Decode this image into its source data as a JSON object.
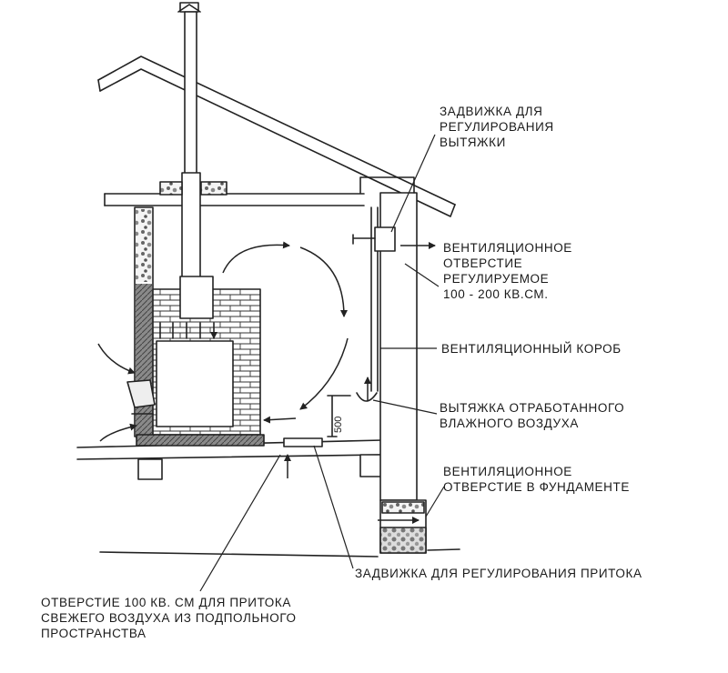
{
  "labels": {
    "exhaust_damper": "ЗАДВИЖКА ДЛЯ\nРЕГУЛИРОВАНИЯ\nВЫТЯЖКИ",
    "vent_opening": "ВЕНТИЛЯЦИОННОЕ\nОТВЕРСТИЕ\nРЕГУЛИРУЕМОЕ\n100 - 200 КВ.СМ.",
    "vent_box": "ВЕНТИЛЯЦИОННЫЙ КОРОБ",
    "humid_exhaust": "ВЫТЯЖКА ОТРАБОТАННОГО\nВЛАЖНОГО ВОЗДУХА",
    "foundation_vent": "ВЕНТИЛЯЦИОННОЕ\nОТВЕРСТИЕ В ФУНДАМЕНТЕ",
    "inflow_damper": "ЗАДВИЖКА ДЛЯ РЕГУЛИРОВАНИЯ ПРИТОКА",
    "fresh_air_opening": "ОТВЕРСТИЕ 100 КВ. СМ ДЛЯ ПРИТОКА\nСВЕЖЕГО ВОЗДУХА ИЗ ПОДПОЛЬНОГО\nПРОСТРАНСТВА",
    "dimension_500": "500"
  }
}
